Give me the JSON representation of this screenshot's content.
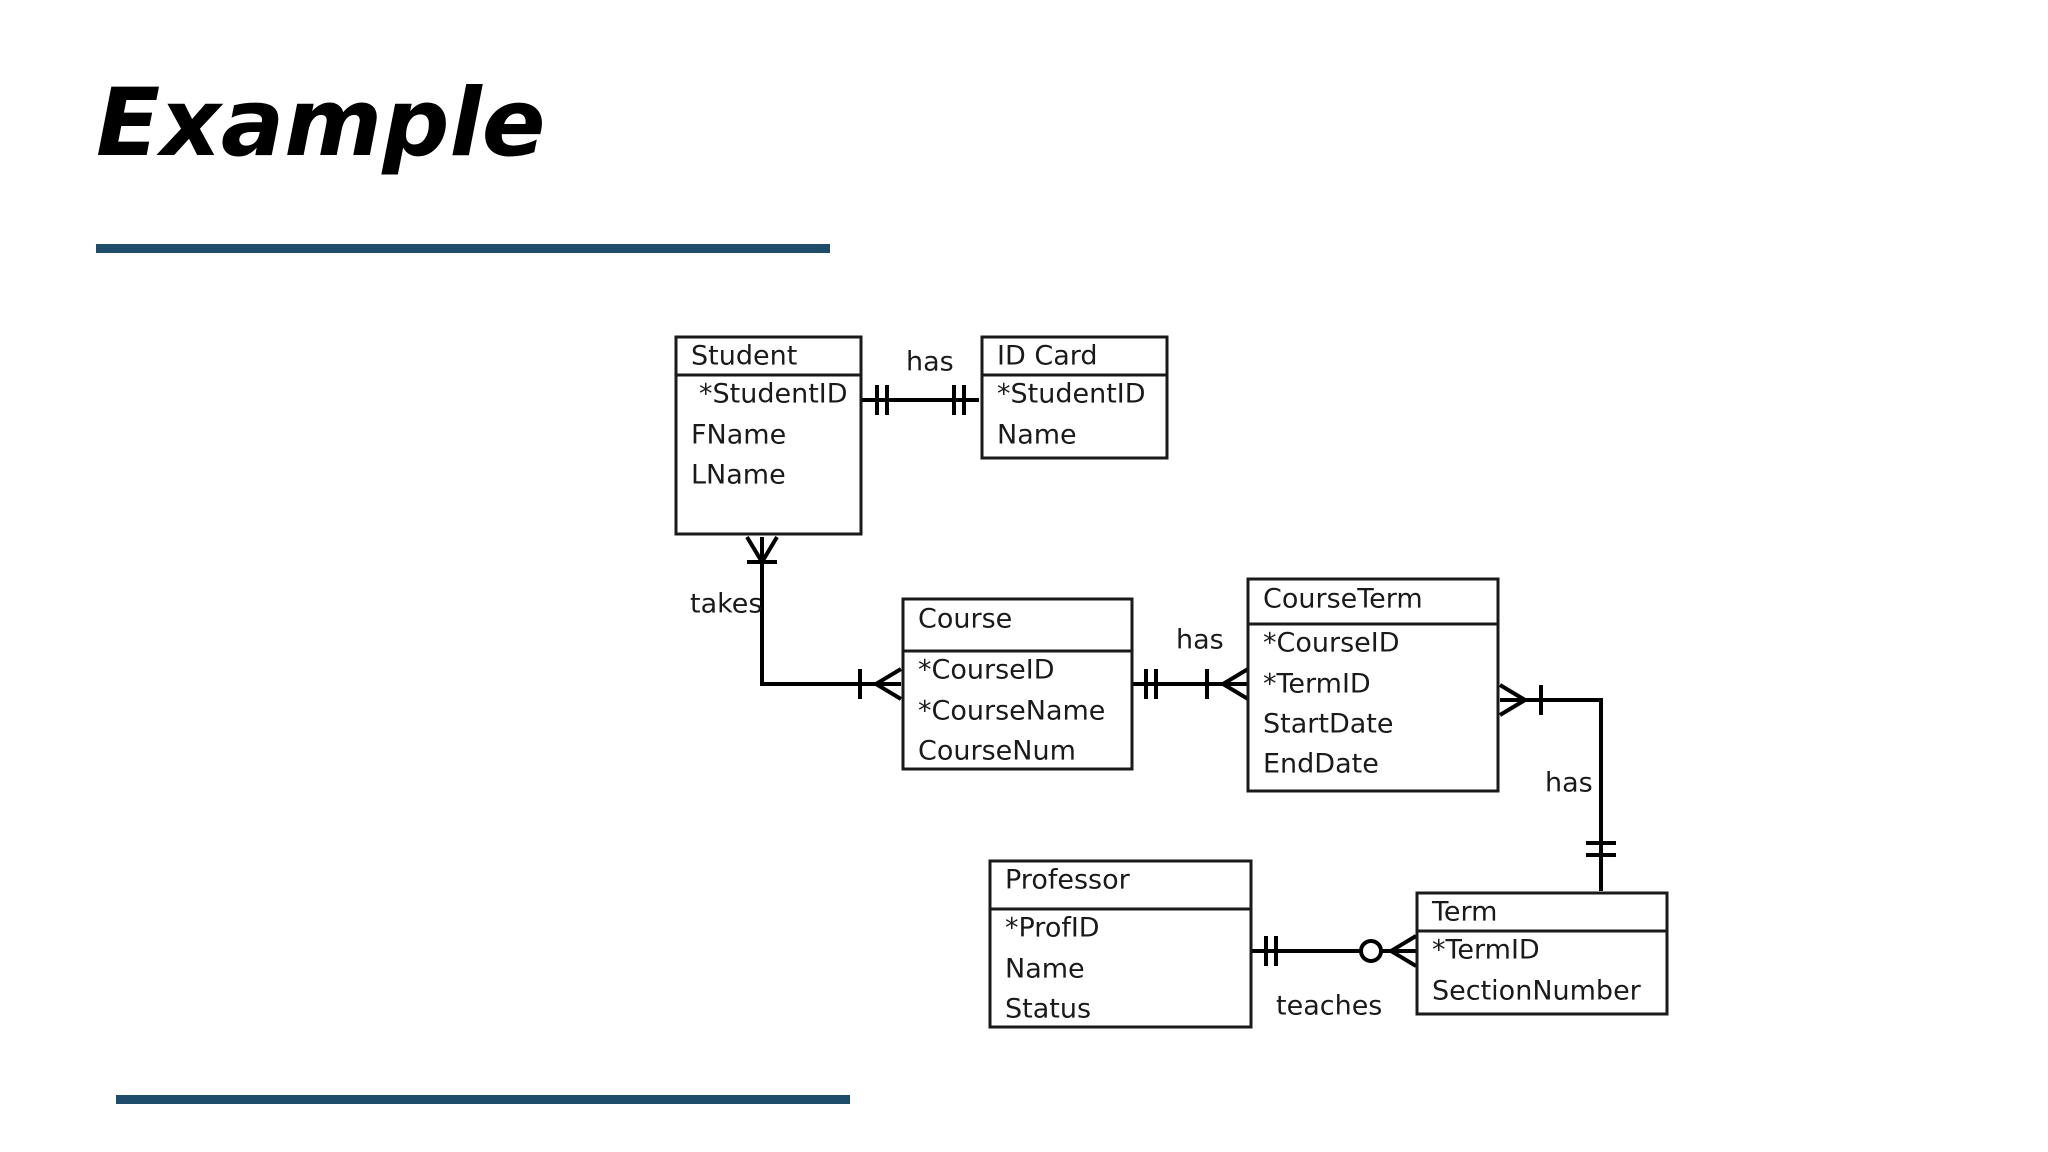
{
  "slide": {
    "title": "Example",
    "accent_color": "#1e4d6b"
  },
  "diagram": {
    "entities": {
      "student": {
        "name": "Student",
        "attributes": [
          "*StudentID",
          "FName",
          "LName"
        ]
      },
      "id_card": {
        "name": "ID Card",
        "attributes": [
          "*StudentID",
          "Name"
        ]
      },
      "course": {
        "name": "Course",
        "attributes": [
          "*CourseID",
          "*CourseName",
          "CourseNum"
        ]
      },
      "course_term": {
        "name": "CourseTerm",
        "attributes": [
          "*CourseID",
          "*TermID",
          "StartDate",
          "EndDate"
        ]
      },
      "professor": {
        "name": "Professor",
        "attributes": [
          "*ProfID",
          "Name",
          "Status"
        ]
      },
      "term": {
        "name": "Term",
        "attributes": [
          "*TermID",
          "SectionNumber"
        ]
      }
    },
    "relationships": {
      "student_idcard": {
        "label": "has",
        "from": "Student",
        "to": "ID Card",
        "from_cardinality": "one-and-only-one",
        "to_cardinality": "one-and-only-one"
      },
      "student_course": {
        "label": "takes",
        "from": "Student",
        "to": "Course",
        "from_cardinality": "many",
        "to_cardinality": "one-or-many"
      },
      "course_courseterm": {
        "label": "has",
        "from": "Course",
        "to": "CourseTerm",
        "from_cardinality": "one-and-only-one",
        "to_cardinality": "one-or-many"
      },
      "courseterm_term": {
        "label": "has",
        "from": "CourseTerm",
        "to": "Term",
        "from_cardinality": "one-or-many",
        "to_cardinality": "one-and-only-one"
      },
      "professor_term": {
        "label": "teaches",
        "from": "Professor",
        "to": "Term",
        "from_cardinality": "one-and-only-one",
        "to_cardinality": "zero-or-many"
      }
    }
  }
}
